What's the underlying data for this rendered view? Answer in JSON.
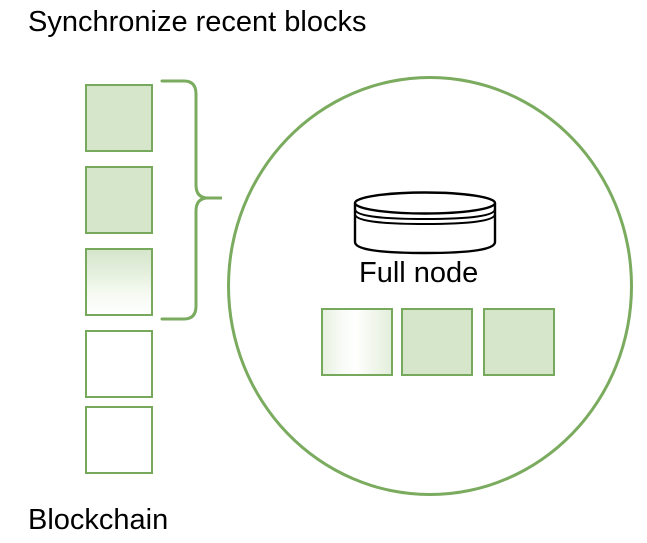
{
  "diagram": {
    "title": "Synchronize recent blocks",
    "blockchain_label": "Blockchain",
    "full_node_label": "Full node",
    "colors": {
      "block_border": "#76a95c",
      "block_fill": "#d5e6cb",
      "circle_stroke": "#7aab5e",
      "cylinder_stroke": "#000000",
      "brace_stroke": "#7aab5e",
      "text": "#000000",
      "background": "#ffffff"
    },
    "chain_blocks": [
      {
        "index": 1,
        "fill": "solid-green"
      },
      {
        "index": 2,
        "fill": "solid-green"
      },
      {
        "index": 3,
        "fill": "gradient-fade-down"
      },
      {
        "index": 4,
        "fill": "white"
      },
      {
        "index": 5,
        "fill": "white"
      }
    ],
    "node_blocks": [
      {
        "index": 1,
        "fill": "gradient-fade-right"
      },
      {
        "index": 2,
        "fill": "solid-green"
      },
      {
        "index": 3,
        "fill": "solid-green"
      }
    ],
    "brace": {
      "spans_blocks": [
        1,
        2,
        3
      ],
      "points_to": "full-node-circle"
    },
    "icons": {
      "database": "database-cylinder-icon",
      "brace": "curly-brace-icon"
    }
  }
}
